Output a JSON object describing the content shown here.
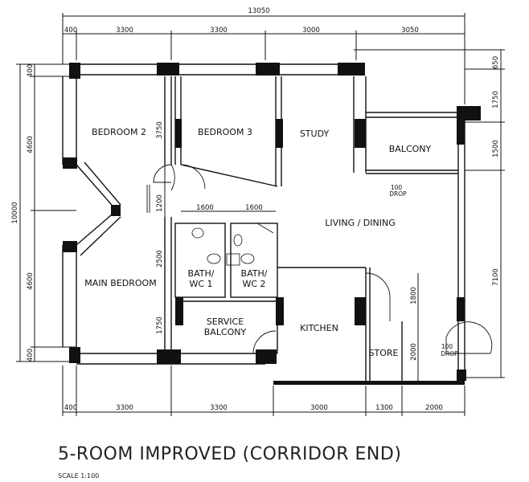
{
  "title": "5-ROOM IMPROVED (CORRIDOR END)",
  "scale": "SCALE  1:100",
  "rooms": {
    "bedroom2": "BEDROOM 2",
    "bedroom3": "BEDROOM 3",
    "study": "STUDY",
    "balcony": "BALCONY",
    "living_dining": "LIVING / DINING",
    "main_bedroom": "MAIN BEDROOM",
    "bath1_a": "BATH/",
    "bath1_b": "WC 1",
    "bath2_a": "BATH/",
    "bath2_b": "WC 2",
    "service_a": "SERVICE",
    "service_b": "BALCONY",
    "kitchen": "KITCHEN",
    "store": "STORE"
  },
  "drops": {
    "top_a": "100",
    "top_b": "DROP",
    "bottom_a": "100",
    "bottom_b": "DROP"
  },
  "dimensions": {
    "overall_width": "13050",
    "top_row": [
      "400",
      "3300",
      "3300",
      "3000",
      "3050"
    ],
    "bottom_row": [
      "400",
      "3300",
      "3300",
      "3000",
      "1300",
      "2000"
    ],
    "overall_height": "10000",
    "left_outer": [
      "400",
      "4600",
      "4600",
      "400"
    ],
    "left_inner": [
      "3750",
      "1200",
      "2500",
      "1750"
    ],
    "right_outer": [
      "650",
      "1750",
      "1500",
      "7100"
    ],
    "bath_widths": [
      "1600",
      "1600"
    ],
    "kitchen_store": [
      "1800",
      "2000"
    ]
  }
}
